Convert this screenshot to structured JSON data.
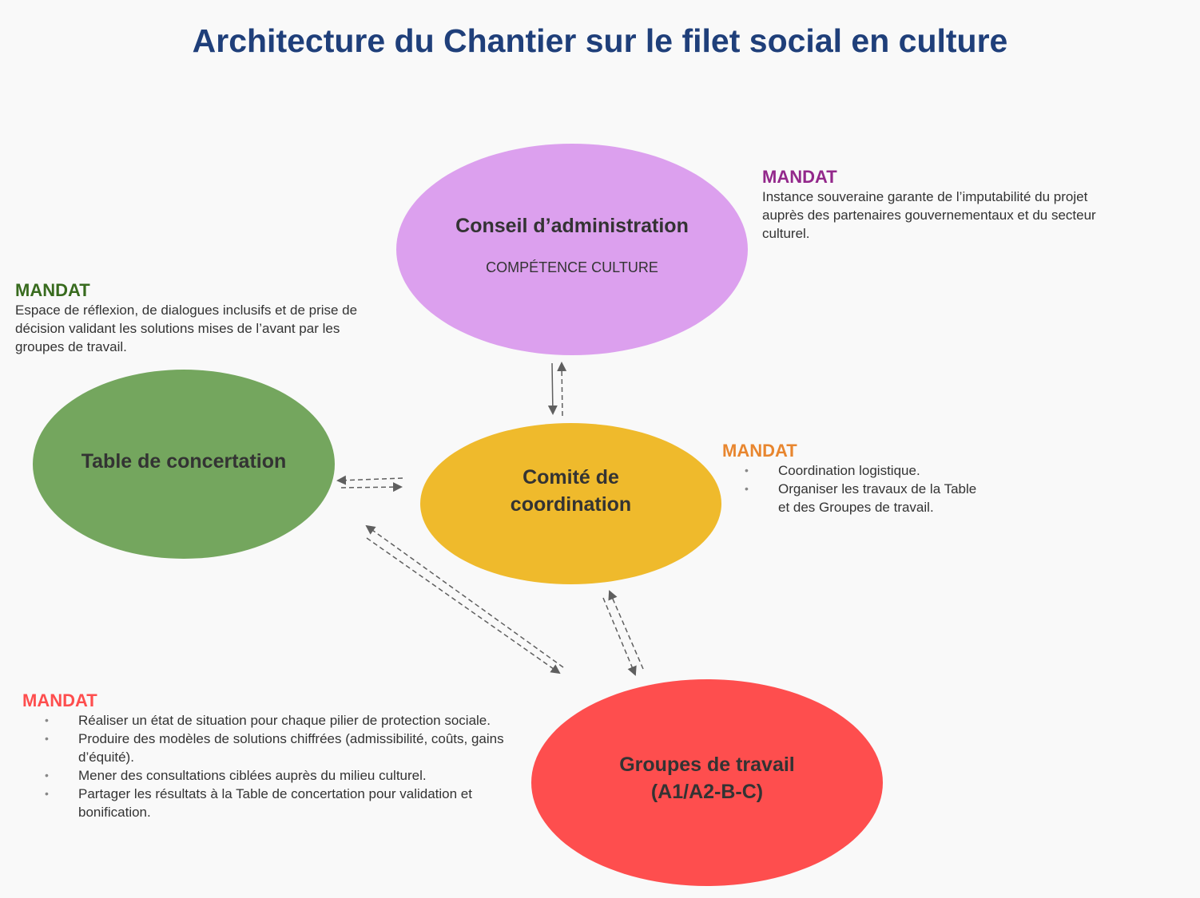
{
  "title": "Architecture du Chantier sur le filet social en culture",
  "nodes": {
    "conseil": {
      "label": "Conseil d’administration",
      "sub": "COMPÉTENCE CULTURE",
      "color": "#dca0ee"
    },
    "table": {
      "label": "Table de concertation",
      "color": "#74a65e"
    },
    "comite": {
      "label1": "Comité de",
      "label2": "coordination",
      "color": "#efba2c"
    },
    "groupes": {
      "label1": "Groupes de travail",
      "label2": "(A1/A2-B-C)",
      "color": "#fe4e4e"
    }
  },
  "mandats": {
    "conseil": {
      "title": "MANDAT",
      "color": "#93288b",
      "text": "Instance souveraine garante de l’imputabilité du projet auprès des partenaires gouvernementaux et du secteur culturel."
    },
    "table": {
      "title": "MANDAT",
      "color": "#386b1e",
      "text": "Espace de réflexion, de dialogues inclusifs et de prise de décision validant les solutions mises de l’avant par les groupes de travail."
    },
    "comite": {
      "title": "MANDAT",
      "color": "#e8862f",
      "items": [
        "Coordination logistique.",
        "Organiser les travaux de la Table et des Groupes de travail."
      ]
    },
    "groupes": {
      "title": "MANDAT",
      "color": "#fe4e4e",
      "items": [
        "Réaliser un état de situation pour chaque pilier de protection sociale.",
        "Produire des modèles de solutions chiffrées (admissibilité, coûts, gains d’équité).",
        "Mener des consultations ciblées auprès du milieu culturel.",
        "Partager les résultats à la Table de concertation pour validation et bonification."
      ]
    }
  }
}
